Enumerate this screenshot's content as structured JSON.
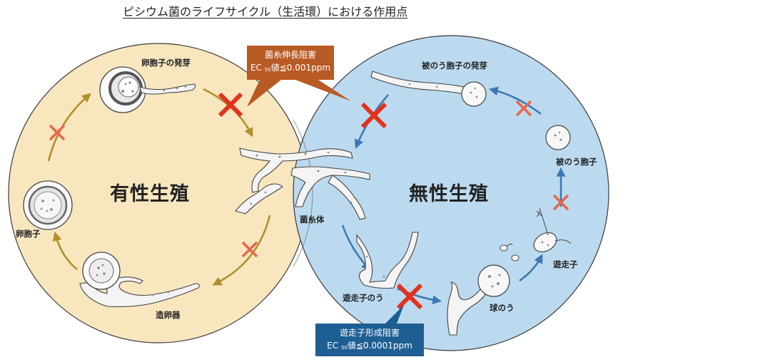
{
  "title": "ピシウム菌のライフサイクル（生活環）における作用点",
  "sexual": {
    "label": "有性生殖",
    "oospore_germination": "卵胞子の発芽",
    "oospore": "卵胞子",
    "gametangia": "造卵器"
  },
  "asexual": {
    "label": "無性生殖",
    "encysted_germination": "被のう胞子の発芽",
    "encysted_zoospore": "被のう胞子",
    "zoospore": "遊走子",
    "vesicle": "球のう",
    "zoosporangium": "遊走子のう",
    "mycelium": "菌糸体"
  },
  "callout_hyphal": {
    "line1": "菌糸伸長阻害",
    "ec_prefix": "EC",
    "ec_sub": "50",
    "ec_value": "値≦0.001ppm",
    "color": "#b85a24"
  },
  "callout_zoospore": {
    "line1": "遊走子形成阻害",
    "ec_prefix": "EC",
    "ec_sub": "50",
    "ec_value": "値≦0.0001ppm",
    "color": "#1d5e93"
  },
  "colors": {
    "sexual_bg": "#f8e6bf",
    "asexual_bg": "#bcdaef",
    "sexual_arrow": "#b0902a",
    "asexual_arrow": "#3c79b4",
    "cross_big": "#e2321e",
    "cross_small": "#e8664a"
  }
}
